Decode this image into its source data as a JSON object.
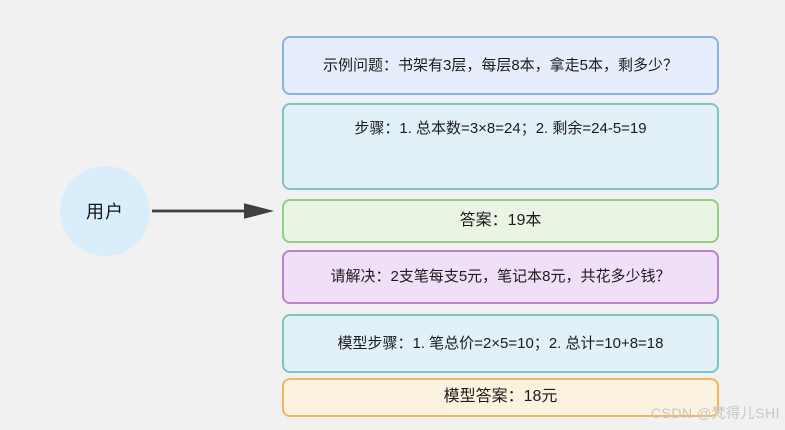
{
  "diagram": {
    "background_color": "#f1f1f1",
    "user_node": {
      "label": "用户",
      "fill_color": "#d9edfb"
    },
    "arrow": {
      "color": "#3f3f3f",
      "direction": "right"
    },
    "boxes": [
      {
        "name": "example-question",
        "text": "示例问题：书架有3层，每层8本，拿走5本，剩多少？",
        "bg": "#e7eefb",
        "border": "#8cb0e8"
      },
      {
        "name": "example-steps",
        "text": "步骤：1. 总本数=3×8=24；2. 剩余=24-5=19",
        "bg": "#e1f1f7",
        "border": "#7fc4c4"
      },
      {
        "name": "example-answer",
        "text": "答案：19本",
        "bg": "#e9f4e4",
        "border": "#95cc87"
      },
      {
        "name": "new-question",
        "text": "请解决：2支笔每支5元，笔记本8元，共花多少钱？",
        "bg": "#efdff7",
        "border": "#b983cb"
      },
      {
        "name": "model-steps",
        "text": "模型步骤：1. 笔总价=2×5=10；2. 总计=10+8=18",
        "bg": "#e1f1f7",
        "border": "#7fc4c4"
      },
      {
        "name": "model-answer",
        "text": "模型答案：18元",
        "bg": "#fbf3e0",
        "border": "#f2b75c"
      }
    ],
    "watermark": "CSDN @梵得儿SHI"
  }
}
